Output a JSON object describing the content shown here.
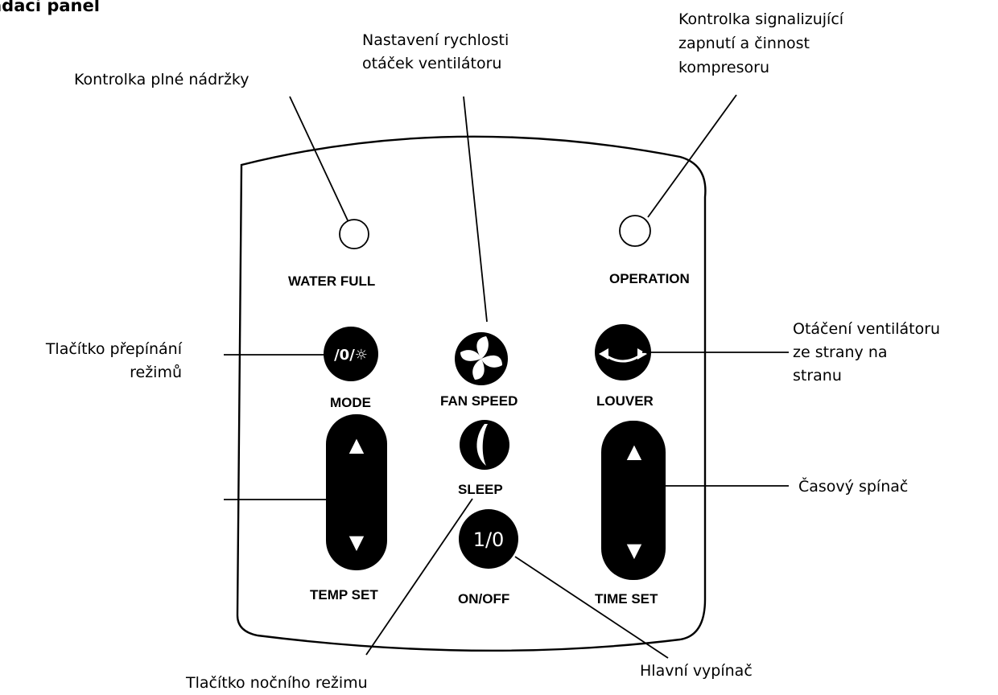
{
  "heading": "adací panel",
  "panel_labels": {
    "water_full": "WATER FULL",
    "operation": "OPERATION",
    "mode": "MODE",
    "fan_speed": "FAN SPEED",
    "louver": "LOUVER",
    "sleep": "SLEEP",
    "temp_set": "TEMP SET",
    "on_off": "ON/OFF",
    "time_set": "TIME SET",
    "mode_symbol": "/0/☼",
    "on_off_symbol": "1/0",
    "up_arrow": "▲",
    "down_arrow": "▼"
  },
  "callouts": {
    "water_full_indicator": "Kontrolka plné nádržky",
    "fan_speed_line1": "Nastavení rychlosti",
    "fan_speed_line2": "otáček ventilátoru",
    "operation_line1": "Kontrolka signalizující",
    "operation_line2": "zapnutí a činnost",
    "operation_line3": "kompresoru",
    "mode_line1": "Tlačítko přepínání",
    "mode_line2": "režimů",
    "louver_line1": "Otáčení ventilátoru",
    "louver_line2": "ze strany na",
    "louver_line3": "stranu",
    "timer": "Časový spínač",
    "sleep": "Tlačítko nočního režimu",
    "main_switch": "Hlavní vypínač"
  },
  "icons": {
    "mode_button": "mode-icon",
    "fan_button": "fan-icon",
    "louver_button": "louver-swing-icon",
    "sleep_button": "moon-icon",
    "indicators": "led-indicator-icon"
  }
}
